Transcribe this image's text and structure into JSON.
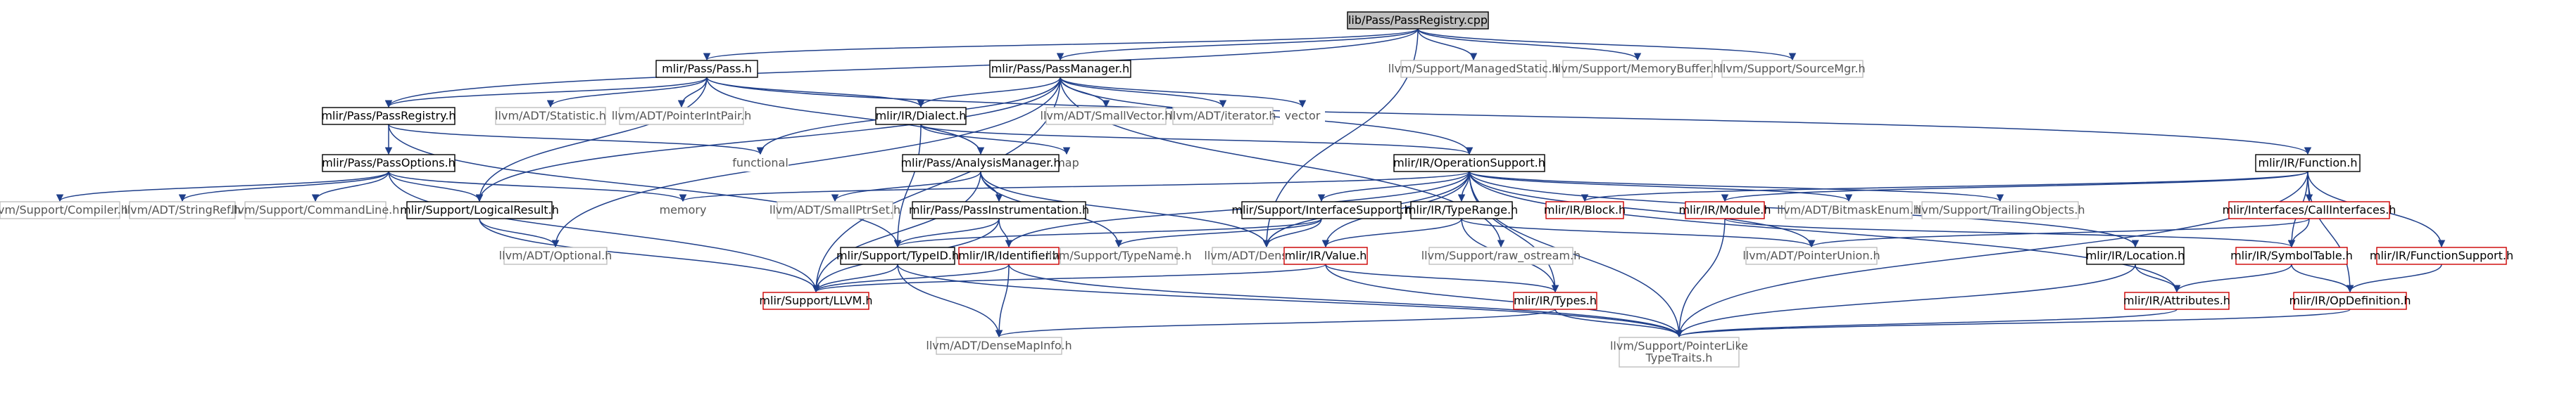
{
  "graph": {
    "root_label": "lib/Pass/PassRegistry.cpp",
    "nodes": [
      {
        "id": "root",
        "label": "lib/Pass/PassRegistry.cpp",
        "style": "root"
      },
      {
        "id": "pass_h",
        "label": "mlir/Pass/Pass.h",
        "style": "black"
      },
      {
        "id": "passmanager_h",
        "label": "mlir/Pass/PassManager.h",
        "style": "black"
      },
      {
        "id": "managedstatic",
        "label": "llvm/Support/ManagedStatic.h",
        "style": "gray"
      },
      {
        "id": "memorybuffer",
        "label": "llvm/Support/MemoryBuffer.h",
        "style": "gray"
      },
      {
        "id": "sourcemgr",
        "label": "llvm/Support/SourceMgr.h",
        "style": "gray"
      },
      {
        "id": "passregistry_h",
        "label": "mlir/Pass/PassRegistry.h",
        "style": "black"
      },
      {
        "id": "statistic",
        "label": "llvm/ADT/Statistic.h",
        "style": "gray"
      },
      {
        "id": "pointerintpair",
        "label": "llvm/ADT/PointerIntPair.h",
        "style": "gray"
      },
      {
        "id": "dialect_h",
        "label": "mlir/IR/Dialect.h",
        "style": "black"
      },
      {
        "id": "smallvector",
        "label": "llvm/ADT/SmallVector.h",
        "style": "gray"
      },
      {
        "id": "iterator",
        "label": "llvm/ADT/iterator.h",
        "style": "gray"
      },
      {
        "id": "vector",
        "label": "vector",
        "style": "none"
      },
      {
        "id": "functional",
        "label": "functional",
        "style": "none"
      },
      {
        "id": "map",
        "label": "map",
        "style": "none"
      },
      {
        "id": "passoptions_h",
        "label": "mlir/Pass/PassOptions.h",
        "style": "black"
      },
      {
        "id": "analysismanager_h",
        "label": "mlir/Pass/AnalysisManager.h",
        "style": "black"
      },
      {
        "id": "operationsupport_h",
        "label": "mlir/IR/OperationSupport.h",
        "style": "black"
      },
      {
        "id": "function_h",
        "label": "mlir/IR/Function.h",
        "style": "black"
      },
      {
        "id": "compiler",
        "label": "llvm/Support/Compiler.h",
        "style": "gray"
      },
      {
        "id": "stringref",
        "label": "llvm/ADT/StringRef.h",
        "style": "gray"
      },
      {
        "id": "commandline",
        "label": "llvm/Support/CommandLine.h",
        "style": "gray"
      },
      {
        "id": "logicalresult",
        "label": "mlir/Support/LogicalResult.h",
        "style": "black"
      },
      {
        "id": "memory",
        "label": "memory",
        "style": "none"
      },
      {
        "id": "smallptrset",
        "label": "llvm/ADT/SmallPtrSet.h",
        "style": "gray"
      },
      {
        "id": "passinstrumentation",
        "label": "mlir/Pass/PassInstrumentation.h",
        "style": "black"
      },
      {
        "id": "interfacesupport",
        "label": "mlir/Support/InterfaceSupport.h",
        "style": "black"
      },
      {
        "id": "typerange",
        "label": "mlir/IR/TypeRange.h",
        "style": "black"
      },
      {
        "id": "block_h",
        "label": "mlir/IR/Block.h",
        "style": "red"
      },
      {
        "id": "module_h",
        "label": "mlir/IR/Module.h",
        "style": "red"
      },
      {
        "id": "bitmaskenum",
        "label": "llvm/ADT/BitmaskEnum.h",
        "style": "gray"
      },
      {
        "id": "trailingobjects",
        "label": "llvm/Support/TrailingObjects.h",
        "style": "gray"
      },
      {
        "id": "callinterfaces",
        "label": "mlir/Interfaces/CallInterfaces.h",
        "style": "red"
      },
      {
        "id": "optional",
        "label": "llvm/ADT/Optional.h",
        "style": "gray"
      },
      {
        "id": "typeid",
        "label": "mlir/Support/TypeID.h",
        "style": "black"
      },
      {
        "id": "identifier",
        "label": "mlir/IR/Identifier.h",
        "style": "red"
      },
      {
        "id": "typename",
        "label": "llvm/Support/TypeName.h",
        "style": "gray"
      },
      {
        "id": "densemap",
        "label": "llvm/ADT/DenseMap.h",
        "style": "gray"
      },
      {
        "id": "value_h",
        "label": "mlir/IR/Value.h",
        "style": "red"
      },
      {
        "id": "raw_ostream",
        "label": "llvm/Support/raw_ostream.h",
        "style": "gray"
      },
      {
        "id": "pointerunion",
        "label": "llvm/ADT/PointerUnion.h",
        "style": "gray"
      },
      {
        "id": "location_h",
        "label": "mlir/IR/Location.h",
        "style": "black"
      },
      {
        "id": "symboltable",
        "label": "mlir/IR/SymbolTable.h",
        "style": "red"
      },
      {
        "id": "functionsupport",
        "label": "mlir/IR/FunctionSupport.h",
        "style": "red"
      },
      {
        "id": "llvm_h",
        "label": "mlir/Support/LLVM.h",
        "style": "red"
      },
      {
        "id": "types_h",
        "label": "mlir/IR/Types.h",
        "style": "red"
      },
      {
        "id": "attributes_h",
        "label": "mlir/IR/Attributes.h",
        "style": "red"
      },
      {
        "id": "opdefinition",
        "label": "mlir/IR/OpDefinition.h",
        "style": "red"
      },
      {
        "id": "densemapinfo",
        "label": "llvm/ADT/DenseMapInfo.h",
        "style": "gray"
      },
      {
        "id": "pointerliketypetraits",
        "label": "llvm/Support/PointerLike\nTypeTraits.h",
        "style": "gray"
      }
    ],
    "edges": [
      [
        "root",
        "pass_h"
      ],
      [
        "root",
        "passmanager_h"
      ],
      [
        "root",
        "managedstatic"
      ],
      [
        "root",
        "memorybuffer"
      ],
      [
        "root",
        "sourcemgr"
      ],
      [
        "root",
        "passregistry_h"
      ],
      [
        "root",
        "densemap"
      ],
      [
        "pass_h",
        "passregistry_h"
      ],
      [
        "pass_h",
        "statistic"
      ],
      [
        "pass_h",
        "pointerintpair"
      ],
      [
        "pass_h",
        "analysismanager_h"
      ],
      [
        "pass_h",
        "logicalresult"
      ],
      [
        "pass_h",
        "dialect_h"
      ],
      [
        "pass_h",
        "function_h"
      ],
      [
        "passmanager_h",
        "dialect_h"
      ],
      [
        "passmanager_h",
        "smallvector"
      ],
      [
        "passmanager_h",
        "iterator"
      ],
      [
        "passmanager_h",
        "vector"
      ],
      [
        "passmanager_h",
        "functional"
      ],
      [
        "passmanager_h",
        "operationsupport_h"
      ],
      [
        "passmanager_h",
        "logicalresult"
      ],
      [
        "passmanager_h",
        "optional"
      ],
      [
        "passmanager_h",
        "llvm_h"
      ],
      [
        "passmanager_h",
        "raw_ostream"
      ],
      [
        "passregistry_h",
        "passoptions_h"
      ],
      [
        "passregistry_h",
        "functional"
      ],
      [
        "passregistry_h",
        "typeid"
      ],
      [
        "dialect_h",
        "map"
      ],
      [
        "dialect_h",
        "operationsupport_h"
      ],
      [
        "dialect_h",
        "typeid"
      ],
      [
        "passoptions_h",
        "compiler"
      ],
      [
        "passoptions_h",
        "stringref"
      ],
      [
        "passoptions_h",
        "commandline"
      ],
      [
        "passoptions_h",
        "logicalresult"
      ],
      [
        "passoptions_h",
        "memory"
      ],
      [
        "passoptions_h",
        "llvm_h"
      ],
      [
        "analysismanager_h",
        "smallptrset"
      ],
      [
        "analysismanager_h",
        "passinstrumentation"
      ],
      [
        "analysismanager_h",
        "densemap"
      ],
      [
        "analysismanager_h",
        "typename"
      ],
      [
        "analysismanager_h",
        "llvm_h"
      ],
      [
        "operationsupport_h",
        "memory"
      ],
      [
        "operationsupport_h",
        "interfacesupport"
      ],
      [
        "operationsupport_h",
        "typerange"
      ],
      [
        "operationsupport_h",
        "bitmaskenum"
      ],
      [
        "operationsupport_h",
        "trailingobjects"
      ],
      [
        "operationsupport_h",
        "pointerunion"
      ],
      [
        "operationsupport_h",
        "location_h"
      ],
      [
        "operationsupport_h",
        "identifier"
      ],
      [
        "operationsupport_h",
        "value_h"
      ],
      [
        "operationsupport_h",
        "types_h"
      ],
      [
        "operationsupport_h",
        "attributes_h"
      ],
      [
        "operationsupport_h",
        "pointerliketypetraits"
      ],
      [
        "operationsupport_h",
        "densemap"
      ],
      [
        "function_h",
        "block_h"
      ],
      [
        "function_h",
        "module_h"
      ],
      [
        "function_h",
        "callinterfaces"
      ],
      [
        "function_h",
        "symboltable"
      ],
      [
        "function_h",
        "functionsupport"
      ],
      [
        "function_h",
        "opdefinition"
      ],
      [
        "function_h",
        "pointerliketypetraits"
      ],
      [
        "logicalresult",
        "optional"
      ],
      [
        "logicalresult",
        "llvm_h"
      ],
      [
        "passinstrumentation",
        "typeid"
      ],
      [
        "passinstrumentation",
        "identifier"
      ],
      [
        "passinstrumentation",
        "llvm_h"
      ],
      [
        "interfacesupport",
        "typeid"
      ],
      [
        "interfacesupport",
        "typename"
      ],
      [
        "interfacesupport",
        "densemap"
      ],
      [
        "typerange",
        "value_h"
      ],
      [
        "typerange",
        "types_h"
      ],
      [
        "typerange",
        "pointerunion"
      ],
      [
        "module_h",
        "symboltable"
      ],
      [
        "module_h",
        "pointerliketypetraits"
      ],
      [
        "callinterfaces",
        "symboltable"
      ],
      [
        "callinterfaces",
        "pointerunion"
      ],
      [
        "typeid",
        "densemapinfo"
      ],
      [
        "typeid",
        "llvm_h"
      ],
      [
        "typeid",
        "pointerliketypetraits"
      ],
      [
        "identifier",
        "llvm_h"
      ],
      [
        "identifier",
        "densemapinfo"
      ],
      [
        "identifier",
        "pointerliketypetraits"
      ],
      [
        "value_h",
        "llvm_h"
      ],
      [
        "value_h",
        "types_h"
      ],
      [
        "value_h",
        "pointerliketypetraits"
      ],
      [
        "location_h",
        "attributes_h"
      ],
      [
        "location_h",
        "pointerliketypetraits"
      ],
      [
        "symboltable",
        "attributes_h"
      ],
      [
        "symboltable",
        "opdefinition"
      ],
      [
        "functionsupport",
        "opdefinition"
      ],
      [
        "types_h",
        "densemapinfo"
      ],
      [
        "types_h",
        "pointerliketypetraits"
      ],
      [
        "attributes_h",
        "pointerliketypetraits"
      ],
      [
        "opdefinition",
        "pointerliketypetraits"
      ]
    ]
  },
  "colors": {
    "edge": "#1f3f8a",
    "root_fill": "#bfbfbf",
    "black_border": "#000000",
    "red_border": "#cc0000",
    "gray_border": "#bfbfbf",
    "gray_text": "#555555"
  }
}
